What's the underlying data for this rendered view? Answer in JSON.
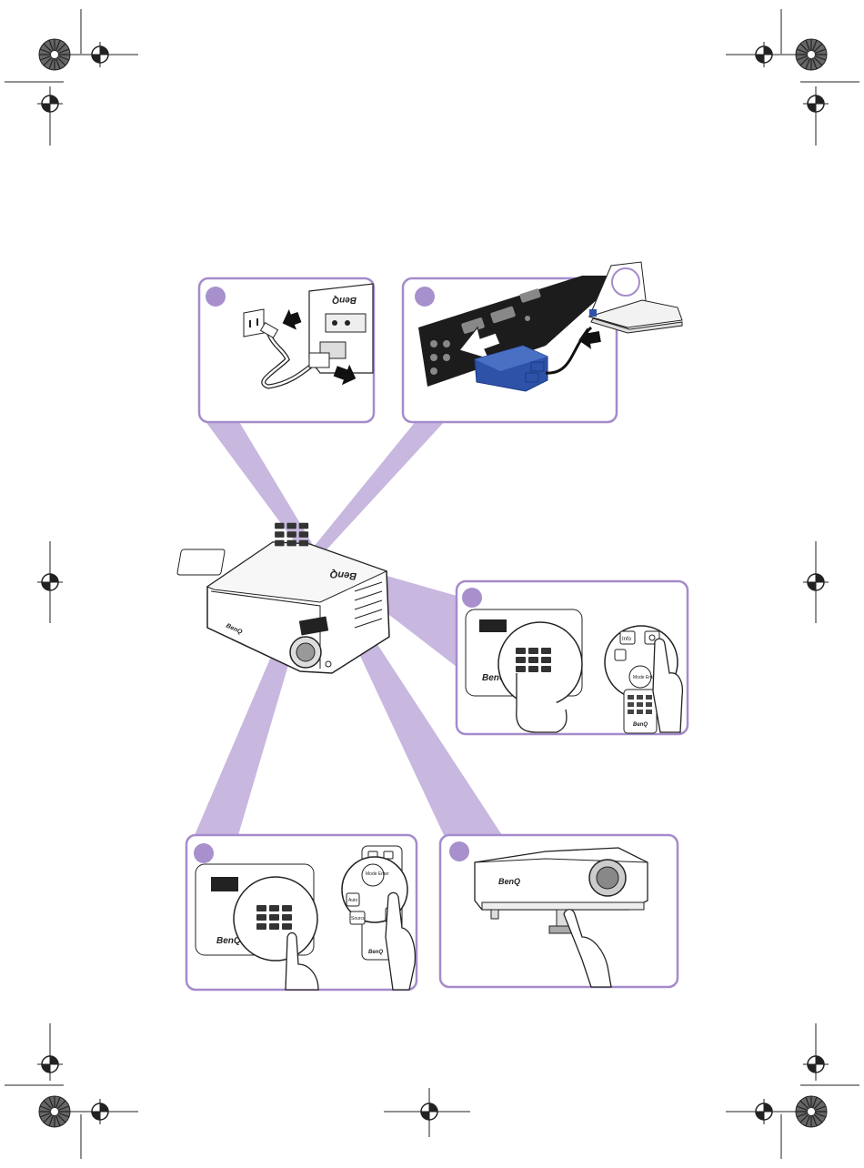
{
  "brand": {
    "name": "BenQ",
    "color": "#1a1a1a"
  },
  "colors": {
    "panel_border": "#a58bcc",
    "panel_fill": "#ffffff",
    "beam": "#c8b7df",
    "step_badge": "#a890cc",
    "connector_blue": "#2d52a8",
    "connector_blue_dark": "#1c3a85",
    "registration_mark": "#222222"
  },
  "panels": [
    {
      "id": "power",
      "icons": [
        "power-outlet-icon",
        "power-plug-icon",
        "insert-arrow-icon"
      ]
    },
    {
      "id": "vga",
      "icons": [
        "vga-cable-icon",
        "laptop-icon",
        "insert-arrow-icon"
      ]
    },
    {
      "id": "power-on",
      "icons": [
        "projector-keypad-icon",
        "remote-control-icon",
        "finger-press-icon"
      ]
    },
    {
      "id": "source",
      "icons": [
        "projector-keypad-icon",
        "remote-control-icon",
        "finger-press-icon"
      ]
    },
    {
      "id": "adjust",
      "icons": [
        "projector-front-icon",
        "adjuster-foot-icon",
        "finger-press-icon"
      ]
    }
  ],
  "remote_labels": {
    "info": "Info",
    "mode_enter": "Mode Enter",
    "auto": "Auto",
    "source": "Source"
  }
}
